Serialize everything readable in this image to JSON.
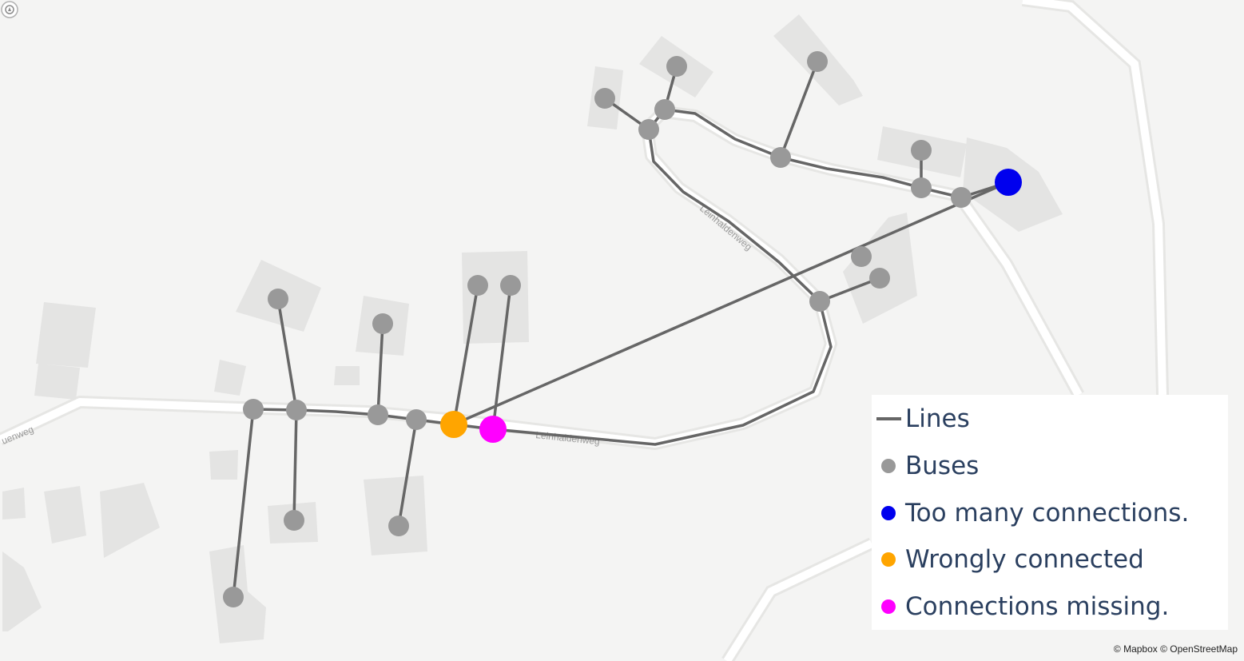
{
  "map": {
    "colors": {
      "background": "#f4f4f3",
      "road_casing": "#e6e6e4",
      "road_fill": "#ffffff",
      "building": "#e4e4e3",
      "line": "#666666",
      "bus": "#999999",
      "too_many": "#0000ee",
      "wrongly": "#ffa500",
      "missing": "#ff00ff"
    },
    "street_labels": [
      "uenweg",
      "Leinhaldenweg",
      "Leinhaldenweg"
    ]
  },
  "legend": {
    "items": [
      {
        "label": "Lines",
        "kind": "line",
        "color": "#666666"
      },
      {
        "label": "Buses",
        "kind": "dot",
        "color": "#999999"
      },
      {
        "label": "Too many connections.",
        "kind": "dot",
        "color": "#0000ee"
      },
      {
        "label": "Wrongly connected",
        "kind": "dot",
        "color": "#ffa500"
      },
      {
        "label": "Connections missing.",
        "kind": "dot",
        "color": "#ff00ff"
      }
    ]
  },
  "attribution": "© Mapbox © OpenStreetMap",
  "icons": {
    "mapbox_logo": "mapbox-logo-icon"
  }
}
